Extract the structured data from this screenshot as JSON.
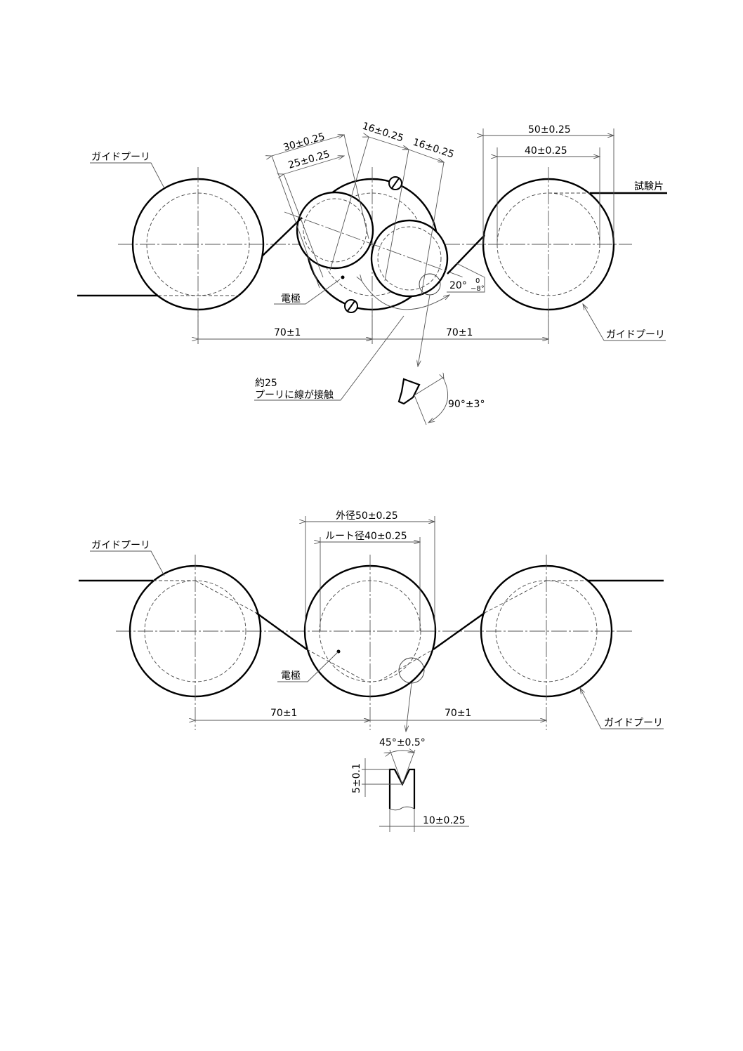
{
  "figure1": {
    "labels": {
      "guide_pulley_left": "ガイドプーリ",
      "guide_pulley_right": "ガイドプーリ",
      "test_piece": "試験片",
      "electrode": "電極",
      "contact_note_line1": "約25",
      "contact_note_line2": "プーリに線が接触"
    },
    "dimensions": {
      "outer_left": "30±0.25",
      "root_left": "25±0.25",
      "offset_a": "16±0.25",
      "offset_b": "16±0.25",
      "outer_right": "50±0.25",
      "root_right": "40±0.25",
      "span_left": "70±1",
      "span_right": "70±1",
      "angle": "20°",
      "angle_tol_upper": "0",
      "angle_tol_lower": "−8°",
      "groove_angle": "90°±3°"
    }
  },
  "figure2": {
    "labels": {
      "guide_pulley_left": "ガイドプーリ",
      "guide_pulley_right": "ガイドプーリ",
      "electrode": "電極"
    },
    "dimensions": {
      "outer": "外径50±0.25",
      "root": "ルート径40±0.25",
      "span_left": "70±1",
      "span_right": "70±1",
      "groove_angle": "45°±0.5°",
      "groove_depth": "5±0.1",
      "width": "10±0.25"
    }
  }
}
